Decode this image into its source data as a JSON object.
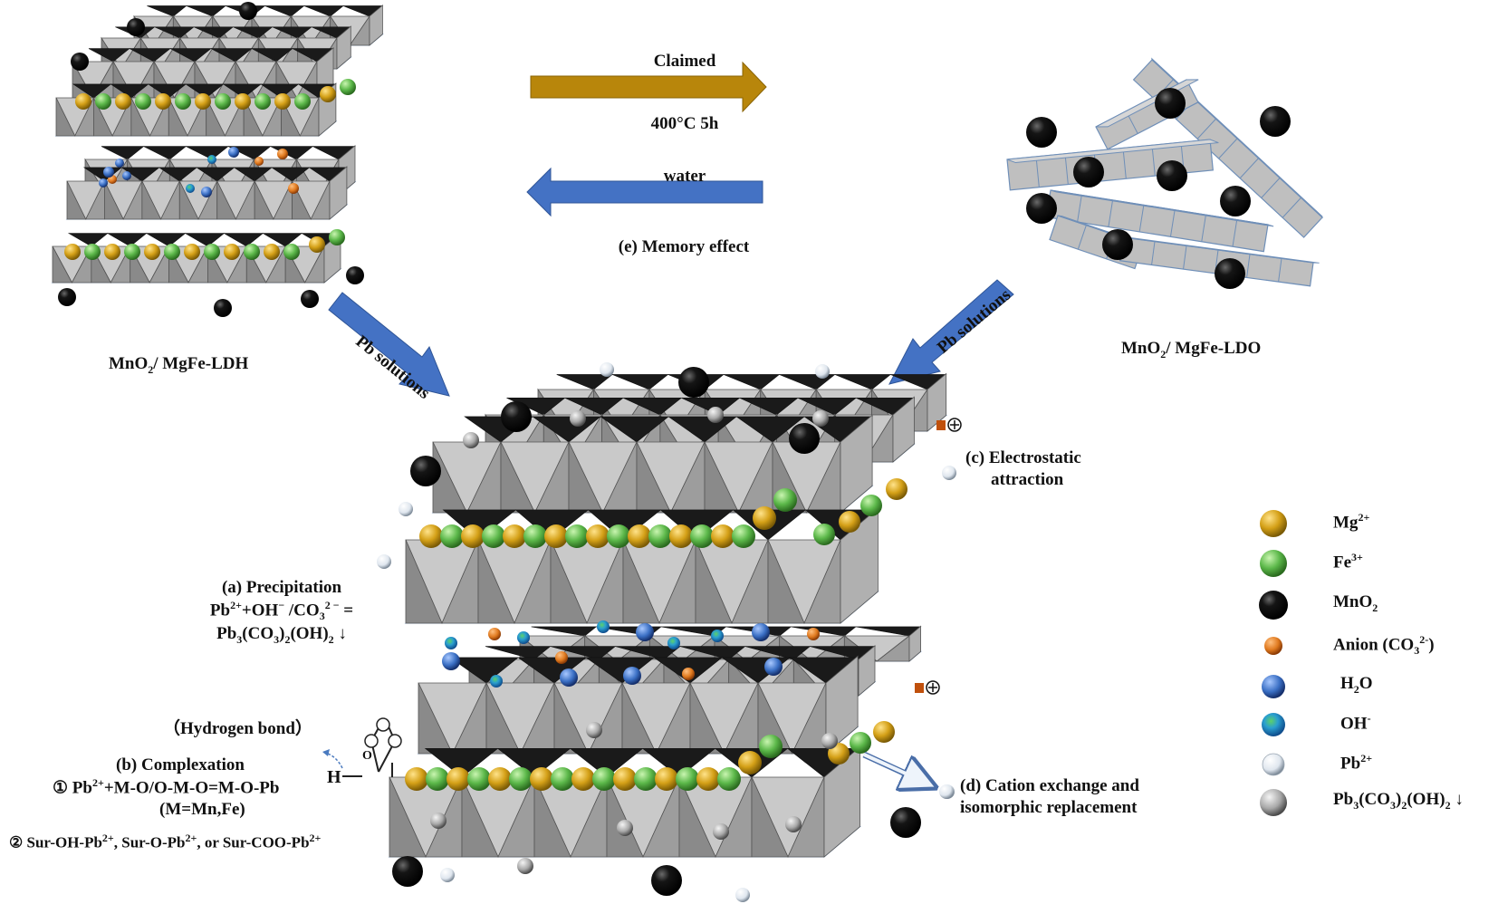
{
  "arrows": {
    "claimed": "Claimed",
    "temperature": "400°C 5h",
    "water": "water",
    "memory_effect": "(e) Memory  effect",
    "pb_solutions_left": "Pb solutions",
    "pb_solutions_right": "Pb solutions"
  },
  "materials": {
    "ldh": {
      "prefix": "MnO",
      "sub": "2",
      "suffix": "/ MgFe-LDH"
    },
    "ldo": {
      "prefix": "MnO",
      "sub": "2",
      "suffix": "/ MgFe-LDO"
    }
  },
  "mechanisms": {
    "precipitation": {
      "title": "(a) Precipitation",
      "line1_a": "Pb",
      "line1_sup1": "2+",
      "line1_b": "+OH",
      "line1_sup2": "−",
      "line1_c": " /CO",
      "line1_sub": "3",
      "line1_sup3": "2 −",
      "line1_d": " =",
      "line2_a": "Pb",
      "line2_sub1": "3",
      "line2_b": "(CO",
      "line2_sub2": "3",
      "line2_c": ")",
      "line2_sub3": "2",
      "line2_d": "(OH)",
      "line2_sub4": "2",
      "line2_e": " ↓"
    },
    "hydrogen_bond": "（Hydrogen bond）",
    "complexation": {
      "title": "(b) Complexation",
      "line1_a": "① Pb",
      "line1_sup": "2+",
      "line1_b": "+M-O/O-M-O=M-O-Pb",
      "line2": "(M=Mn,Fe)",
      "line3_a": "② Sur-OH-Pb",
      "line3_sup1": "2+",
      "line3_b": ", Sur-O-Pb",
      "line3_sup2": "2+",
      "line3_c": ", or Sur-COO-Pb",
      "line3_sup3": "2+"
    },
    "electrostatic": {
      "line1": "(c) Electrostatic",
      "line2": "attraction"
    },
    "cation_exchange": {
      "line1": "(d) Cation exchange and",
      "line2": "isomorphic replacement"
    },
    "h_label": "H",
    "o_label": "O"
  },
  "legend": [
    {
      "kind": "mg",
      "a": "Mg",
      "sup": "2+"
    },
    {
      "kind": "fe",
      "a": "Fe",
      "sup": "3+"
    },
    {
      "kind": "mno2",
      "a": "MnO",
      "sub": "2"
    },
    {
      "kind": "anion",
      "a": "Anion (CO",
      "sub": "3",
      "sup": "2-",
      "b": ")"
    },
    {
      "kind": "h2o",
      "a": "H",
      "sub": "2",
      "b": "O"
    },
    {
      "kind": "oh",
      "a": "OH",
      "sup": "-"
    },
    {
      "kind": "pb",
      "a": "Pb",
      "sup": "2+"
    },
    {
      "kind": "pbc",
      "a": "Pb",
      "sub": "3",
      "b": "(CO",
      "sub2": "3",
      "c": ")",
      "sub3": "2",
      "d": "(OH)",
      "sub4": "2",
      "e": " ↓"
    }
  ],
  "colors": {
    "gold_arrow": "#b8860b",
    "blue_arrow": "#4472c4",
    "mg": "#d4a017",
    "fe": "#5cb84a",
    "mno2": "#0c0c0c",
    "anion": "#e07a1f",
    "h2o": "#3a6fc4",
    "oh": "#2a9fd0",
    "pb": "#e8eef4",
    "pbc": "#a8a8a8"
  }
}
